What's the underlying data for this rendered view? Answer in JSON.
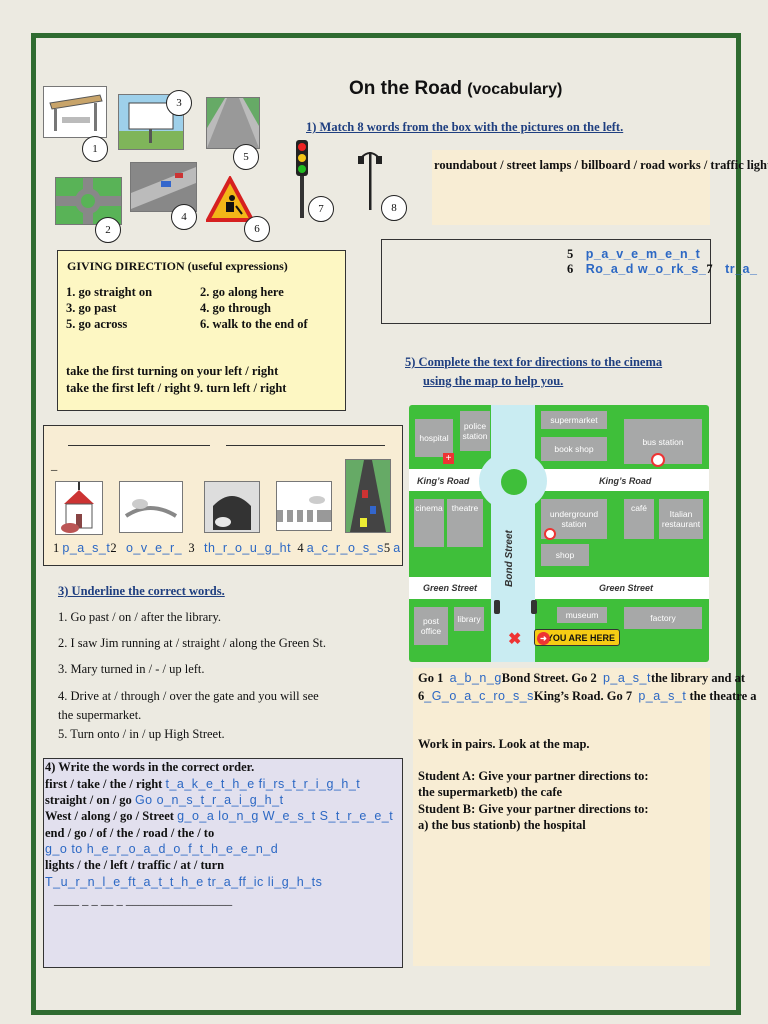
{
  "title": "On the Road",
  "title_sub": "(vocabulary)",
  "ex1": {
    "heading": "1)  Match 8 words from the box with the pictures on the left.",
    "words": "roundabout / street lamps / billboard  / road works / traffic lights",
    "numbers": [
      "1",
      "2",
      "3",
      "4",
      "5",
      "6",
      "7",
      "8"
    ],
    "answers": [
      {
        "n": "5",
        "word": "p_a_v_e_m_e_n_t"
      },
      {
        "n": "6",
        "word": "Ro_a_d  w_o_rk_s_"
      },
      {
        "n": "7",
        "word": "tr_a_"
      }
    ]
  },
  "giving": {
    "title": "GIVING DIRECTION (useful expressions)",
    "items": [
      "1. go straight on",
      "2. go along here",
      "3. go past",
      "4. go through",
      "5. go across",
      "6. walk to the end of"
    ],
    "line1": "take the first turning on your left / right",
    "line2": "take the first left / right   9. turn left / right"
  },
  "ex2": {
    "dash": "_",
    "answers": [
      {
        "n": "1",
        "word": "p_a_s_t"
      },
      {
        "n": "2",
        "word": "o_v_e_r_"
      },
      {
        "n": "3",
        "word": "th_r_o_u_g_ht"
      },
      {
        "n": "4",
        "word": "a_c_r_o_s_s"
      },
      {
        "n": "5",
        "word": "a"
      }
    ]
  },
  "ex3": {
    "heading": "3) Underline the correct words.",
    "lines": [
      "1. Go  past / on / after the library.",
      "2. I saw Jim running  at / straight / along the Green St.",
      "3. Mary turned  in  / - /  up  left.",
      "4. Drive at / through / over the gate and you will see",
      "the supermarket.",
      "5. Turn  onto / in / up  High Street."
    ]
  },
  "ex4": {
    "heading": "4) Write the words in the correct order.",
    "rows": [
      {
        "prompt": "first / take / the / right ",
        "answer": "t_a_k_e_t_h_e  fi_rs_t_r_i_g_h_t"
      },
      {
        "prompt": "straight / on / go ",
        "answer": "Go  o_n_s_t_r_a_i_g_h_t"
      },
      {
        "prompt": "West / along / go / Street ",
        "answer": "g_o_a  lo_n_g  W_e_s_t  S_t_r_e_e_t"
      },
      {
        "prompt": "end / go / of / the / road / the /  to",
        "answer": ""
      },
      {
        "prompt": "",
        "answer": "g_o to h_e_r_o_a_d_o_f_t_h_e_e_n_d"
      },
      {
        "prompt": "lights / the / left  / traffic / at / turn",
        "answer": ""
      },
      {
        "prompt": "",
        "answer": " T_u_r_n_l_e_ft_a_t_t_h_e  tr_a_ff_ic  li_g_h_ts"
      }
    ],
    "blank": "____  _  _   __              _       _________________"
  },
  "ex5": {
    "heading1": "5) Complete the text for directions to the cinema",
    "heading2": "using the map to help you.",
    "p1_pre": "Go ",
    "p1_n1": "1",
    "p1_a1": "a_b_n_g",
    "p1_mid": "Bond Street. Go ",
    "p1_n2": "2",
    "p1_a2": "p_a_s_t",
    "p1_end": "the library and at",
    "p2_n1": "6",
    "p2_a1": "_G_o_a_c_ro_s_s",
    "p2_mid": "King’s Road. Go ",
    "p2_n2": "7",
    "p2_a2": "p_a_s_t",
    "p2_end": " the theatre a",
    "pair_lines": [
      "Work in pairs. Look at the map.",
      "",
      "Student A: Give your partner directions to:",
      "the supermarketb) the cafe",
      "Student B: Give your partner directions to:",
      "a) the bus stationb) the hospital"
    ]
  },
  "map": {
    "colors": {
      "green": "#3fbf3a",
      "road": "#ffffff",
      "street": "#c9ecf2",
      "building": "#a7a8a8"
    },
    "hospital": "hospital",
    "police": "police station",
    "supermarket": "supermarket",
    "book_shop": "book shop",
    "bus_station": "bus station",
    "kings_road_left": "King’s Road",
    "kings_road_right": "King’s Road",
    "cinema": "cinema",
    "theatre": "theatre",
    "underground": "underground station",
    "cafe": "café",
    "italian": "Italian restaurant",
    "shop": "shop",
    "bond_street": "Bond Street",
    "green_street_left": "Green Street",
    "green_street_right": "Green Street",
    "post_office": "post office",
    "library": "library",
    "museum": "museum",
    "factory": "factory",
    "you_are_here": "YOU ARE HERE"
  }
}
